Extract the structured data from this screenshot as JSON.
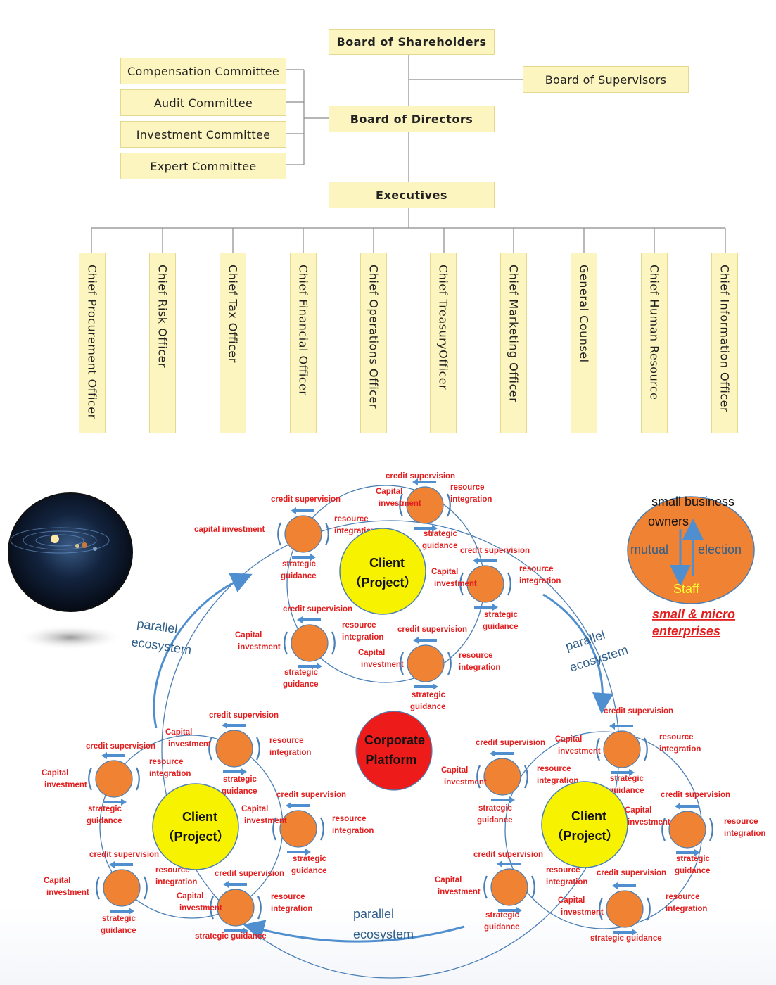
{
  "org": {
    "board_of_shareholders": "Board of Shareholders",
    "board_of_supervisors": "Board of Supervisors",
    "board_of_directors": "Board of Directors",
    "executives": "Executives",
    "committees": [
      "Compensation Committee",
      "Audit Committee",
      "Investment Committee",
      "Expert Committee"
    ],
    "officers": [
      "Chief Procurement Officer",
      "Chief Risk Officer",
      "Chief Tax Officer",
      "Chief Financial Officer",
      "Chief Operations Officer",
      "Chief TreasuryOfficer",
      "Chief Marketing Officer",
      "General Counsel",
      "Chief Human Resource",
      "Chief Information Officer"
    ]
  },
  "ecosystem": {
    "center_line1": "Corporate",
    "center_line2": "Platform",
    "client_line1": "Client",
    "client_line2": "（Project）",
    "parallel_line1": "parallel",
    "parallel_line2": "ecosystem",
    "label_credit": "credit supervision",
    "label_capital1": "Capital",
    "label_capital2": "investment",
    "label_capital_lower": "capital investment",
    "label_resource1": "resource",
    "label_resource2": "integration",
    "label_strategic1": "strategic",
    "label_strategic2": "guidance",
    "label_strategic_full": "strategic guidance",
    "smb_owners_line1": "small business",
    "smb_owners_line2": "owners",
    "smb_mutual": "mutual",
    "smb_election": "election",
    "smb_staff": "Staff",
    "smb_caption_line1": "small & micro",
    "smb_caption_line2": "enterprises"
  },
  "colors": {
    "box_fill": "#fdf5bf",
    "node_orange": "#ef8233",
    "client_yellow": "#f7f200",
    "platform_red": "#ee1b1b",
    "label_red": "#e31e1e",
    "ecosystem_blue": "#2f5f8a",
    "arrow_blue": "#4f8fcf"
  }
}
